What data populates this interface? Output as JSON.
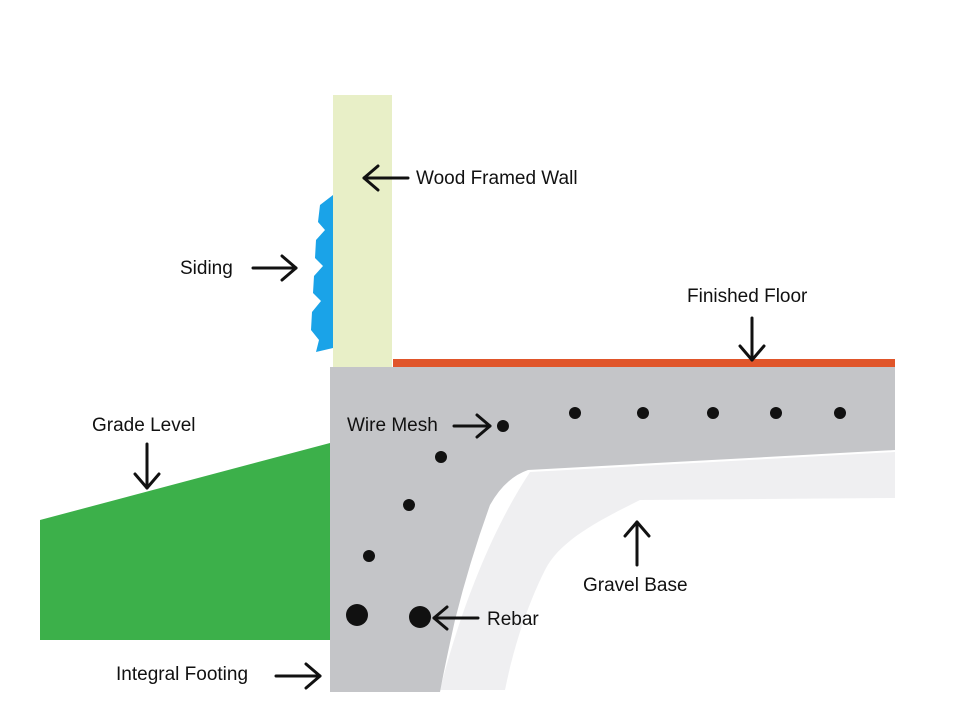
{
  "labels": {
    "wood_framed_wall": "Wood Framed Wall",
    "siding": "Siding",
    "finished_floor": "Finished Floor",
    "grade_level": "Grade Level",
    "wire_mesh": "Wire Mesh",
    "gravel_base": "Gravel Base",
    "rebar": "Rebar",
    "integral_footing": "Integral Footing"
  },
  "colors": {
    "wall": "#e8efc7",
    "siding": "#1aa3e8",
    "finished_floor": "#e0552a",
    "concrete": "#c4c5c8",
    "gravel": "#efeff1",
    "grade": "#3cb04a",
    "rebar": "#111111",
    "arrow": "#111111"
  }
}
